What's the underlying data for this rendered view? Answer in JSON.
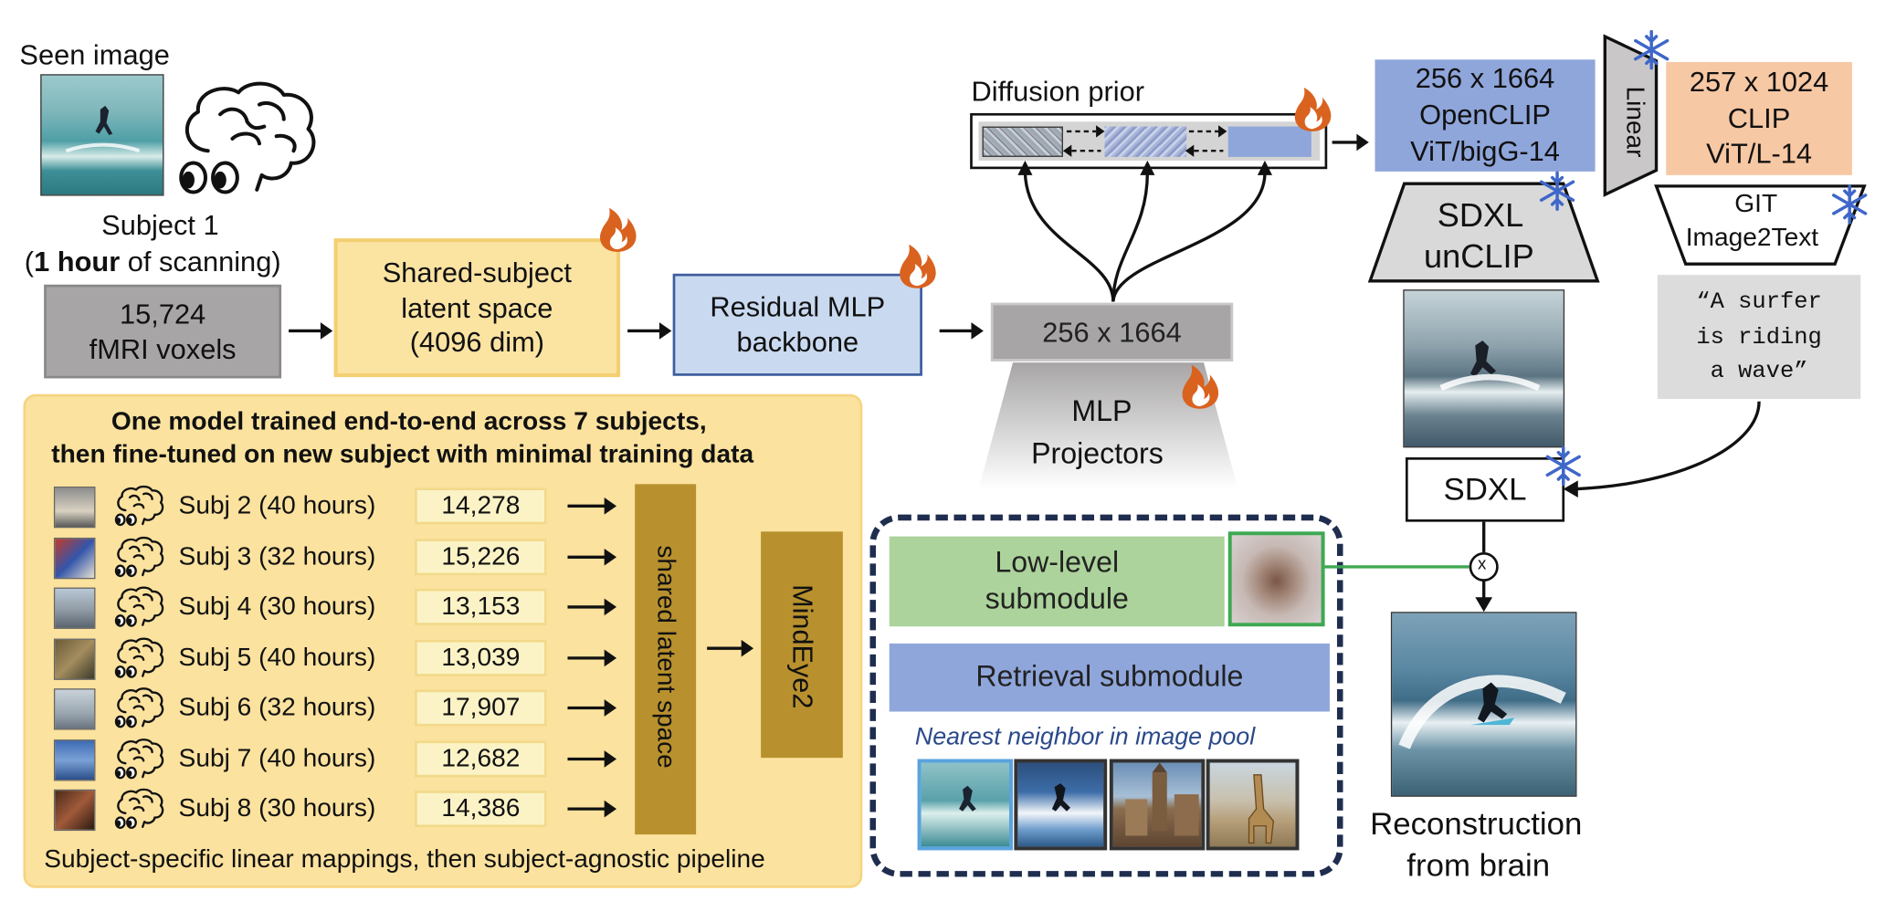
{
  "seen_image": {
    "label": "Seen image"
  },
  "subject1": {
    "line1": "Subject 1",
    "line2_bold": "1 hour",
    "line2_rest": " of scanning)",
    "line2_open": "("
  },
  "voxels": {
    "line1": "15,724",
    "line2": "fMRI voxels"
  },
  "shared_latent": {
    "line1": "Shared-subject",
    "line2": "latent space",
    "line3": "(4096 dim)"
  },
  "residual": {
    "line1": "Residual MLP",
    "line2": "backbone"
  },
  "dim_box": {
    "label": "256 x 1664"
  },
  "mlp_projectors": {
    "line1": "MLP",
    "line2": "Projectors"
  },
  "diffusion_prior": {
    "label": "Diffusion prior"
  },
  "openclip": {
    "line1": "256 x 1664",
    "line2": "OpenCLIP",
    "line3": "ViT/bigG-14"
  },
  "linear": {
    "label": "Linear"
  },
  "clip": {
    "line1": "257 x 1024",
    "line2": "CLIP",
    "line3": "ViT/L-14"
  },
  "sdxl_unclip": {
    "line1": "SDXL",
    "line2": "unCLIP"
  },
  "git": {
    "line1": "GIT",
    "line2": "Image2Text"
  },
  "caption": {
    "line1": "“A surfer",
    "line2": "is riding",
    "line3": "a wave”"
  },
  "sdxl": {
    "label": "SDXL"
  },
  "multiply": {
    "label": "x"
  },
  "reconstruction": {
    "line1": "Reconstruction",
    "line2": "from brain"
  },
  "training_panel": {
    "title1": "One model trained end-to-end across 7 subjects,",
    "title2": "then fine-tuned on new subject with minimal training data",
    "footer": "Subject-specific linear mappings, then subject-agnostic pipeline",
    "subjects": [
      {
        "label": "Subj 2 (40 hours)",
        "voxels": "14,278"
      },
      {
        "label": "Subj 3 (32 hours)",
        "voxels": "15,226"
      },
      {
        "label": "Subj 4 (30 hours)",
        "voxels": "13,153"
      },
      {
        "label": "Subj 5 (40 hours)",
        "voxels": "13,039"
      },
      {
        "label": "Subj 6 (32 hours)",
        "voxels": "17,907"
      },
      {
        "label": "Subj 7 (40 hours)",
        "voxels": "12,682"
      },
      {
        "label": "Subj 8 (30 hours)",
        "voxels": "14,386"
      }
    ],
    "shared_latent_vertical": "shared latent space",
    "mindeye2": "MindEye2"
  },
  "submodules": {
    "low_level_line1": "Low-level",
    "low_level_line2": "submodule",
    "retrieval": "Retrieval submodule",
    "nearest": "Nearest neighbor in image pool"
  },
  "colors": {
    "voxel_gray": "#a7a5a6",
    "shared_yellow": "#fbe3a2",
    "panel_yellow": "#fbe29e",
    "residual_blue": "#c9daf0",
    "openclip_blue": "#8fa6db",
    "clip_peach": "#f7c8a4",
    "lowlevel_green": "#acd39b",
    "retrieval_blue": "#8fa6db",
    "mindeye_gold": "#b8912e",
    "snowflake": "#3f67c9",
    "flame": "#d9621f",
    "navy_dash": "#1f2d4f"
  },
  "icons": [
    "brain-icon",
    "flame-icon",
    "snowflake-icon",
    "arrow-icon"
  ]
}
